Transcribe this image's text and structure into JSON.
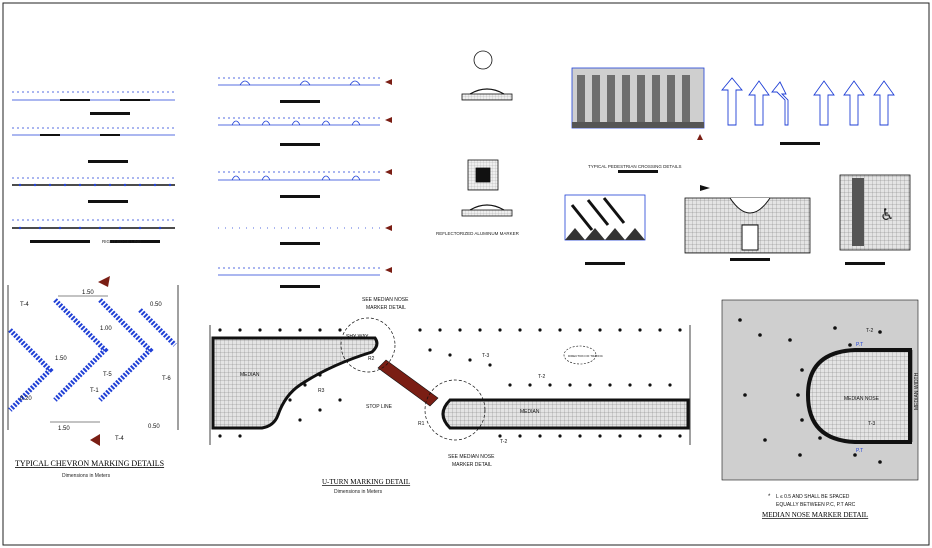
{
  "titles": {
    "chevron": "TYPICAL CHEVRON MARKING DETAILS",
    "chevron_sub": "Dimensions in Meters",
    "uturn": "U-TURN MARKING DETAIL",
    "uturn_sub": "Dimensions in Meters",
    "median_nose": "MEDIAN NOSE MARKER DETAIL",
    "pedestrian": "TYPICAL PEDESTRIAN CROSSING DETAILS",
    "reflector": "REFLECTORIZED ALUMINUM MARKER",
    "edge_line": "RIGHT EDGE LINE"
  },
  "chevron_labels": {
    "t4_a": "T-4",
    "t4_b": "T-4",
    "t1": "T-1",
    "t5": "T-5",
    "t6": "T-6",
    "d150_top": "1.50",
    "d150_bottom": "1.50",
    "d050_a": "0.50",
    "d050_b": "0.50",
    "d020": "0.20",
    "d100": "1.00",
    "d150_diag": "1.50"
  },
  "uturn_labels": {
    "see_median_nose_top": "SEE MEDIAN NOSE",
    "marker_detail_top": "MARKER DETAIL",
    "shy_way": "SHY WAY",
    "stop_line": "STOP LINE",
    "see_median_nose_bottom": "SEE MEDIAN NOSE",
    "marker_detail_bottom": "MARKER DETAIL",
    "median_left": "MEDIAN",
    "median_right": "MEDIAN",
    "r1": "R1",
    "r2": "R2",
    "r3": "R3",
    "t2_a": "T-2",
    "t2_b": "T-2",
    "t3": "T-3",
    "direction": "DIRECTION OF TRAFFIC"
  },
  "nose_labels": {
    "median_nose": "MEDIAN NOSE",
    "median_width": "MEDIAN WIDTH",
    "t2": "T-2",
    "t3": "T-3",
    "pt_top": "P.T",
    "pt_bottom": "P.T",
    "note_line1": "L ≤ 0.5 AND SHALL BE SPACED",
    "note_line2": "EQUALLY BETWEEN P.C, P.T ARC"
  },
  "colors": {
    "line": "#1a1a1a",
    "dim_blue": "#1f3fd6",
    "arrow_red": "#7a1e14",
    "hatch_fill": "#d8d8d8",
    "panel_gray": "#cfcfcf"
  }
}
